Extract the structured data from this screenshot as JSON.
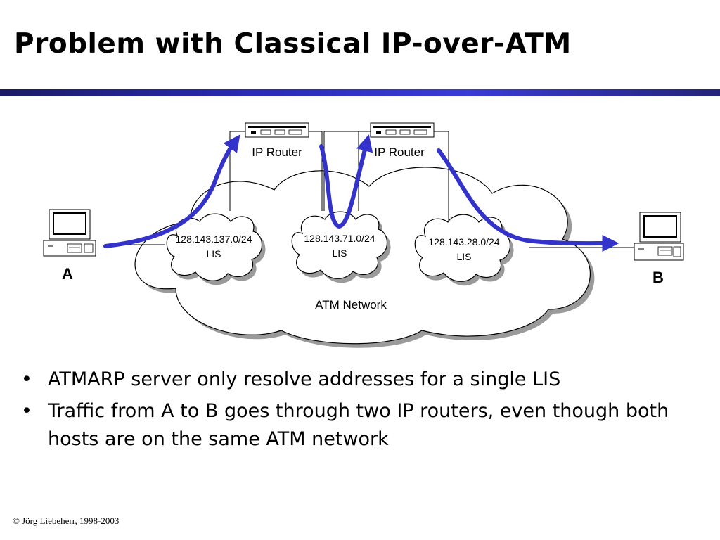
{
  "title": "Problem with Classical IP-over-ATM",
  "diagram": {
    "routers": [
      {
        "label": "IP Router"
      },
      {
        "label": "IP Router"
      }
    ],
    "lis_clouds": [
      {
        "network": "128.143.137.0/24",
        "type": "LIS"
      },
      {
        "network": "128.143.71.0/24",
        "type": "LIS"
      },
      {
        "network": "128.143.28.0/24",
        "type": "LIS"
      }
    ],
    "atm_network_label": "ATM Network",
    "hosts": [
      {
        "label": "A"
      },
      {
        "label": "B"
      }
    ],
    "path_color": "#3333cc"
  },
  "bullets": [
    "ATMARP server only resolve addresses for a single LIS",
    "Traffic from A to B goes through two IP routers, even though both hosts are on the same ATM network"
  ],
  "bullet_marker": "•",
  "footer": "© Jörg Liebeherr, 1998-2003"
}
